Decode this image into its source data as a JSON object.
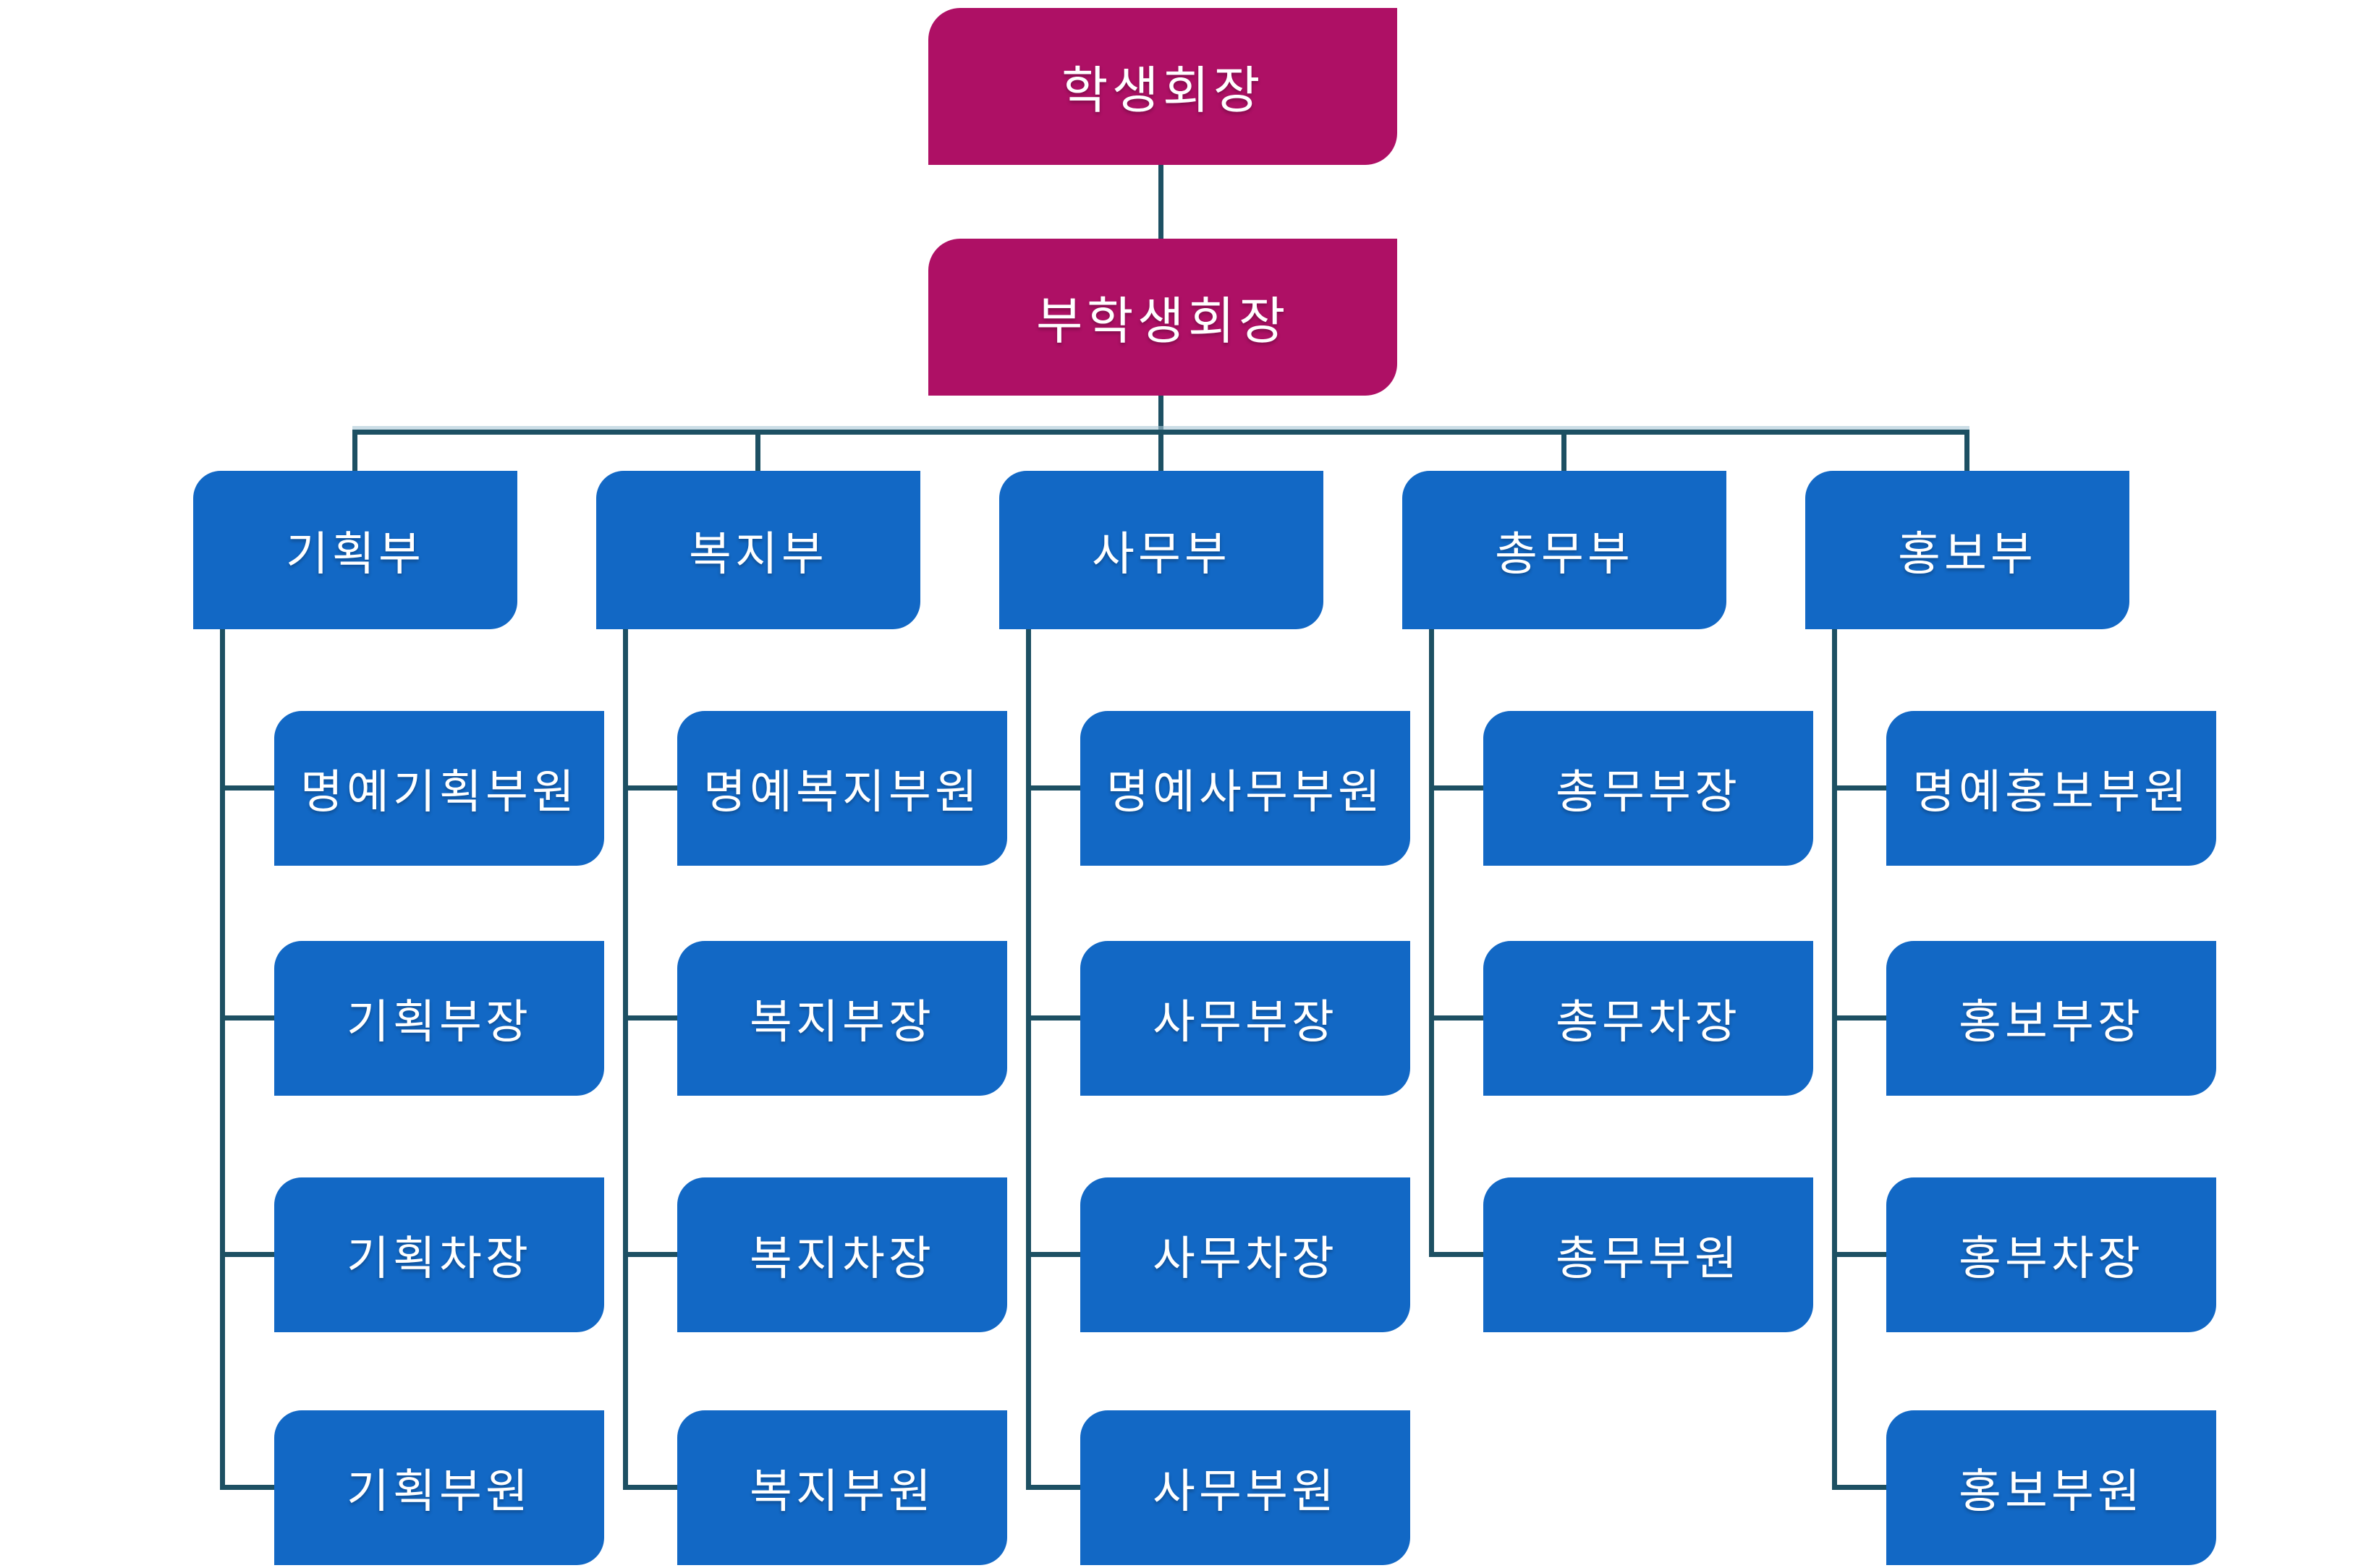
{
  "org": {
    "root": {
      "label": "학생회장"
    },
    "vice": {
      "label": "부학생회장"
    },
    "departments": [
      {
        "label": "기획부",
        "children": [
          "명예기획부원",
          "기획부장",
          "기획차장",
          "기획부원"
        ]
      },
      {
        "label": "복지부",
        "children": [
          "명예복지부원",
          "복지부장",
          "복지차장",
          "복지부원"
        ]
      },
      {
        "label": "사무부",
        "children": [
          "명예사무부원",
          "사무부장",
          "사무차장",
          "사무부원"
        ]
      },
      {
        "label": "총무부",
        "children": [
          "총무부장",
          "총무차장",
          "총무부원"
        ]
      },
      {
        "label": "홍보부",
        "children": [
          "명예홍보부원",
          "홍보부장",
          "홍부차장",
          "홍보부원"
        ]
      }
    ],
    "colors": {
      "executive_fill": "#AE1065",
      "department_fill": "#1268C5",
      "connector": "#1D5063",
      "text": "#FFFFFF",
      "background": "#FFFFFF"
    }
  }
}
